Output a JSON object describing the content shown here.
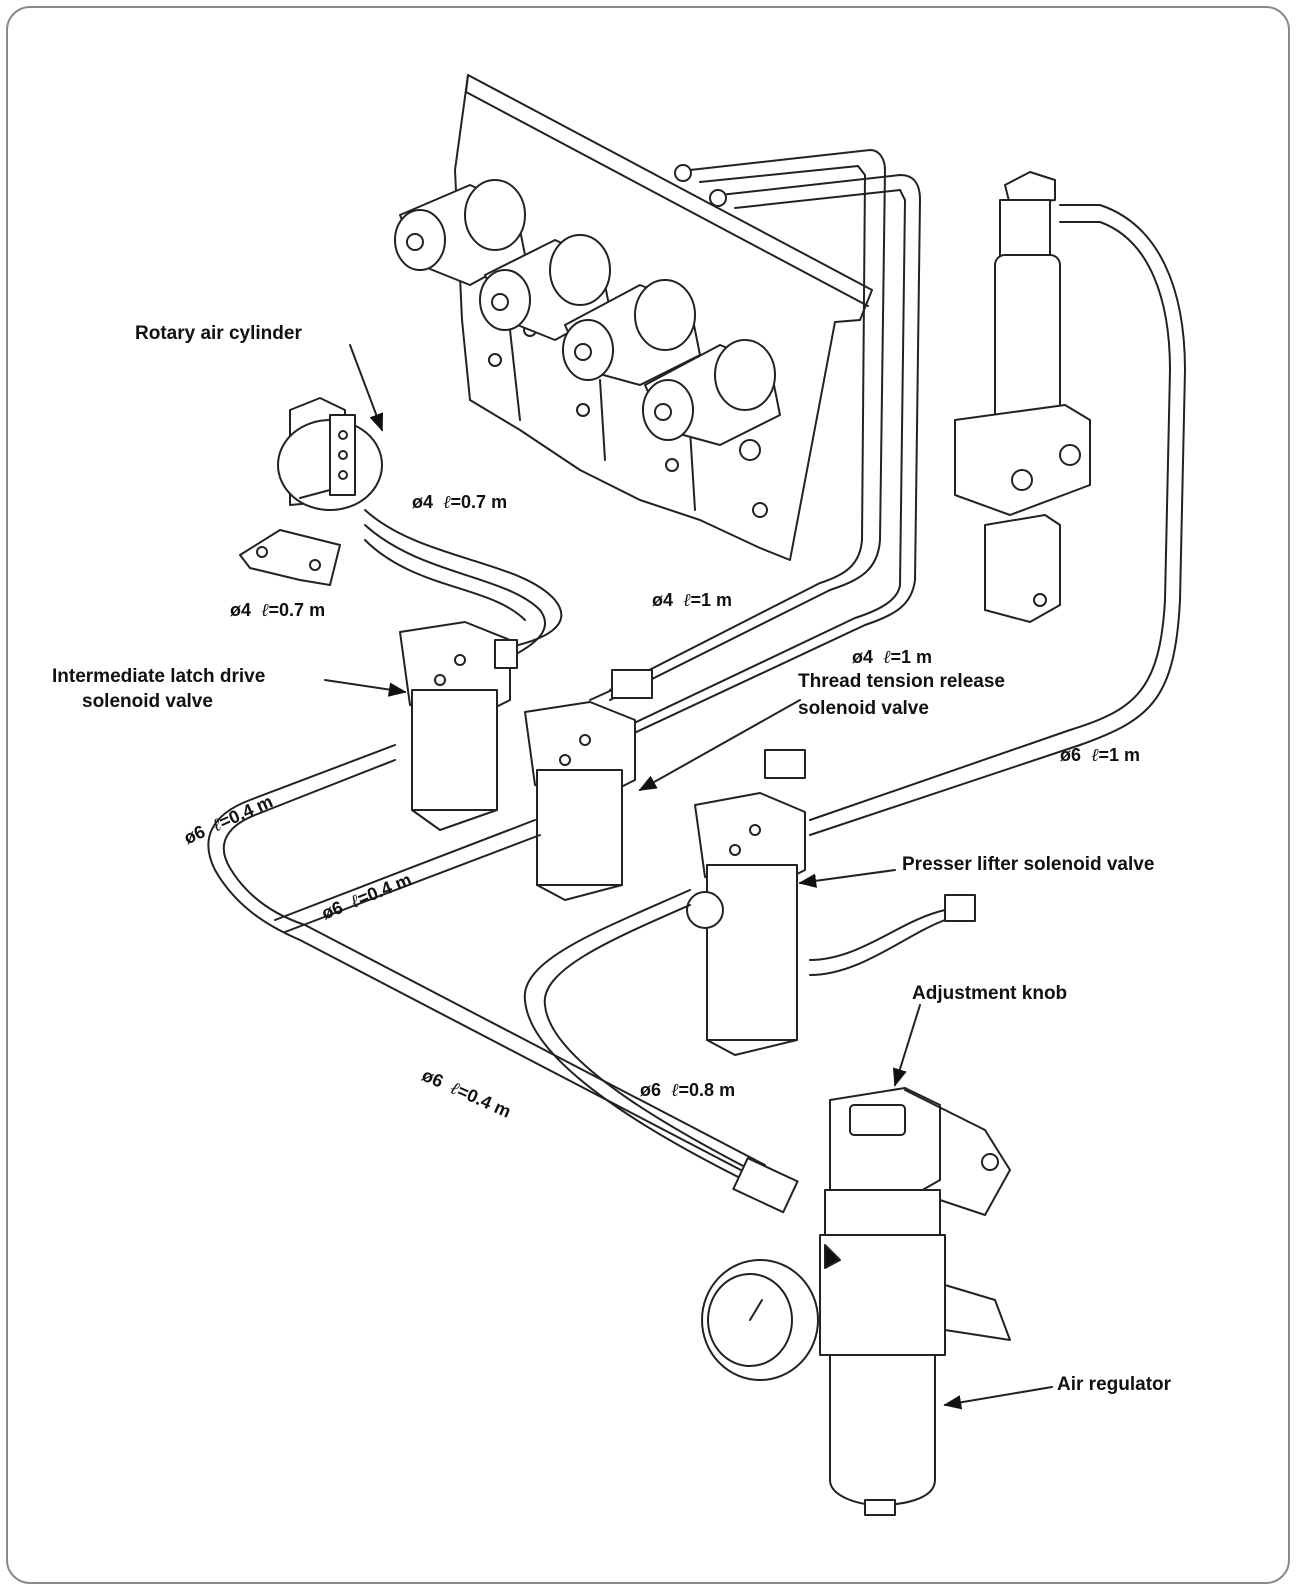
{
  "labels": {
    "rotary_air_cylinder": "Rotary air cylinder",
    "intermediate_latch_line1": "Intermediate latch drive",
    "intermediate_latch_line2": "solenoid valve",
    "thread_tension_line1": "Thread tension release",
    "thread_tension_line2": "solenoid valve",
    "presser_lifter": "Presser lifter solenoid valve",
    "adjustment_knob": "Adjustment knob",
    "air_regulator": "Air regulator"
  },
  "tubes": {
    "t1": {
      "dia": "ø4",
      "ell": "ℓ",
      "len": "=0.7 m"
    },
    "t2": {
      "dia": "ø4",
      "ell": "ℓ",
      "len": "=0.7 m"
    },
    "t3": {
      "dia": "ø4",
      "ell": "ℓ",
      "len": "=1 m"
    },
    "t4": {
      "dia": "ø4",
      "ell": "ℓ",
      "len": "=1 m"
    },
    "t5": {
      "dia": "ø6",
      "ell": "ℓ",
      "len": "=1 m"
    },
    "t6": {
      "dia": "ø6",
      "ell": "ℓ",
      "len": "=0.4 m"
    },
    "t7": {
      "dia": "ø6",
      "ell": "ℓ",
      "len": "=0.4 m"
    },
    "t8": {
      "dia": "ø6",
      "ell": "ℓ",
      "len": "=0.8 m"
    },
    "t9": {
      "dia": "ø6",
      "ell": "ℓ",
      "len": "=0.4 m"
    }
  }
}
